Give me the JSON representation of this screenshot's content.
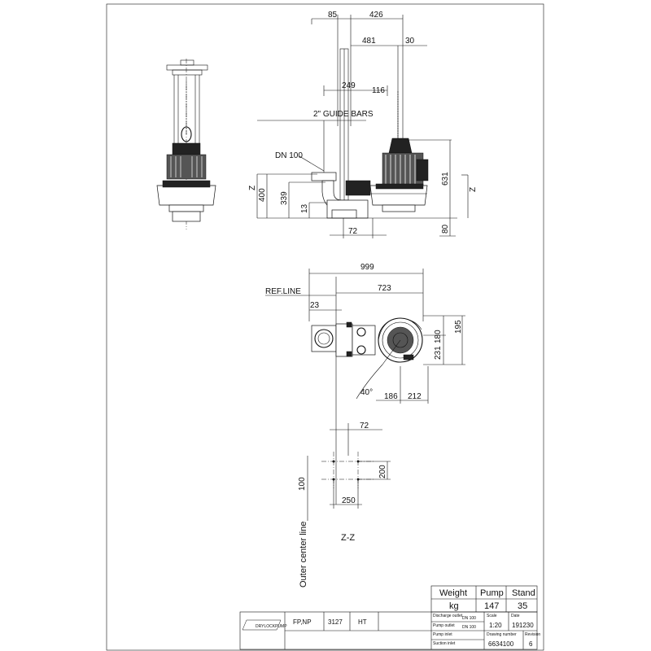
{
  "elevation": {
    "top_dims": {
      "d85": "85",
      "d426": "426",
      "d481": "481",
      "d30": "30",
      "d249": "249",
      "d116": "116"
    },
    "guide_bars_label": "2\" GUIDE BARS",
    "discharge_label": "DN 100",
    "left_dims": {
      "d400": "400",
      "d339": "339",
      "d13": "13"
    },
    "right_dims": {
      "d631": "631",
      "d80": "80"
    },
    "bottom_dim": "72",
    "z_left": "Z",
    "z_right": "Z"
  },
  "plan": {
    "d999": "999",
    "ref_line_label": "REF.LINE",
    "d723": "723",
    "d23": "23",
    "d180": "180",
    "d195": "195",
    "d231": "231",
    "angle": "40°",
    "d186": "186",
    "d212": "212"
  },
  "section": {
    "d72": "72",
    "d200": "200",
    "d100": "100",
    "d250": "250",
    "outer_center_line": "Outer center line",
    "title": "Z-Z"
  },
  "weights": {
    "header_weight": "Weight",
    "header_pump": "Pump",
    "header_stand": "Stand",
    "unit": "kg",
    "pump_value": "147",
    "stand_value": "35"
  },
  "title_block": {
    "logo_text": "DRYLOCKPUMP",
    "model": "FP,NP",
    "number": "3127",
    "variant": "HT",
    "discharge_outlet_label": "Discharge outlet",
    "discharge_outlet_value": "DN 100",
    "pump_outlet_label": "Pump outlet",
    "pump_outlet_value": "DN 100",
    "pump_inlet_label": "Pump inlet",
    "suction_inlet_label": "Suction inlet",
    "scale_label": "Scale",
    "scale_value": "1:20",
    "date_label": "Date",
    "date_value": "191230",
    "drawing_number_label": "Drawing number",
    "drawing_number_value": "6634100",
    "revision_label": "Revision",
    "revision_value": "6"
  }
}
